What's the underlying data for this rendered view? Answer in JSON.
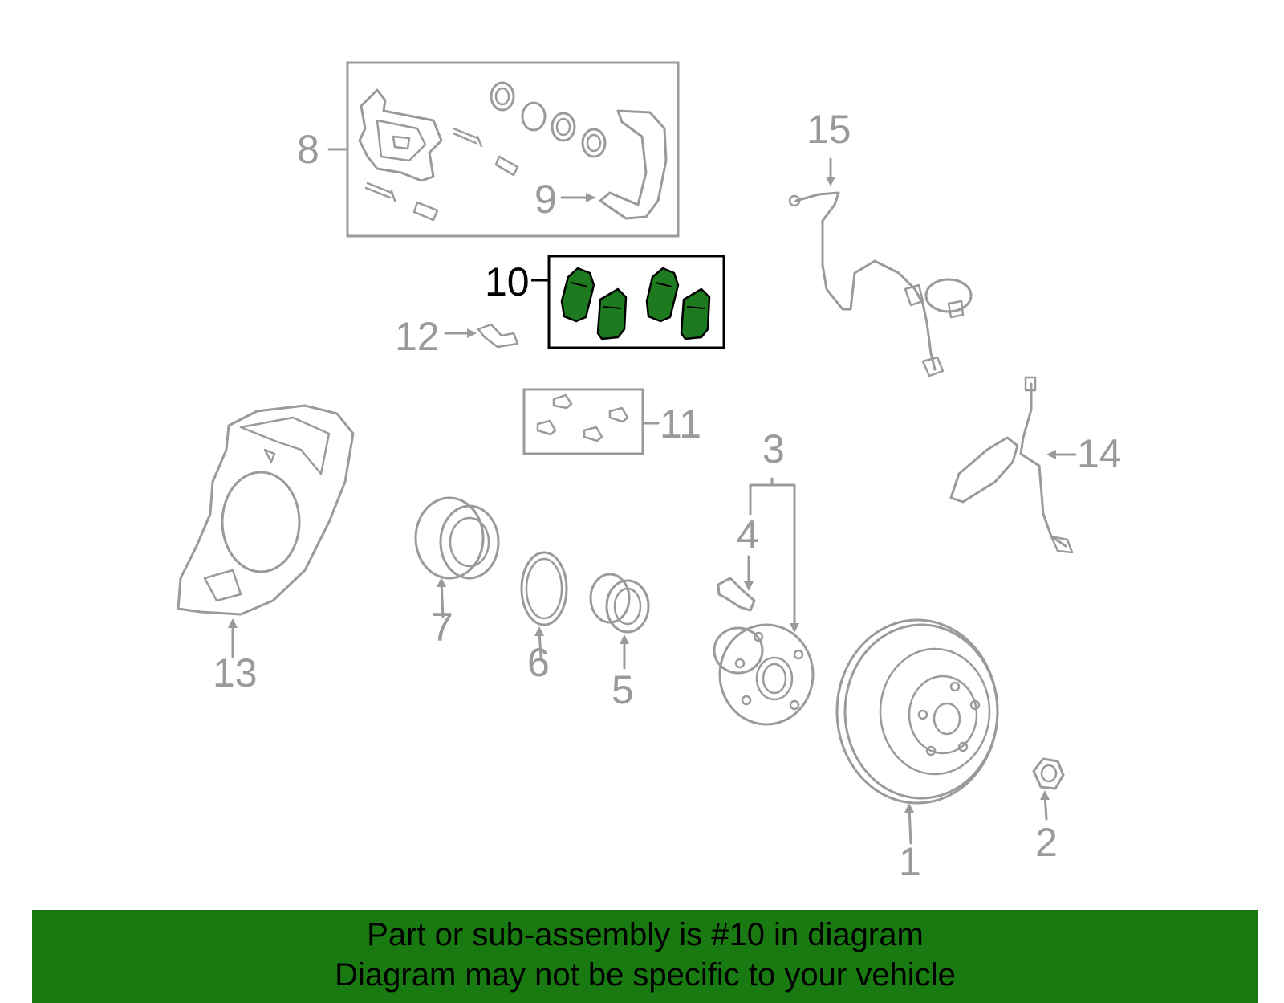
{
  "callouts": {
    "c1": "1",
    "c2": "2",
    "c3": "3",
    "c4": "4",
    "c5": "5",
    "c6": "6",
    "c7": "7",
    "c8": "8",
    "c9": "9",
    "c10": "10",
    "c11": "11",
    "c12": "12",
    "c13": "13",
    "c14": "14",
    "c15": "15"
  },
  "highlight": {
    "part": "10",
    "color": "#1a7a12"
  },
  "banner": {
    "line1": "Part or sub-assembly is #10 in diagram",
    "line2": "Diagram may not be specific to your vehicle"
  }
}
